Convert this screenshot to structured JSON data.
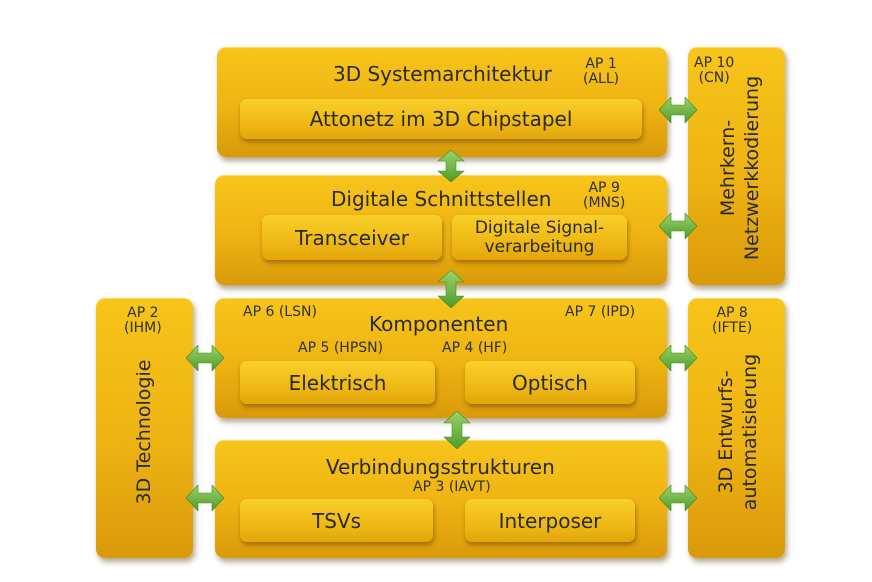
{
  "boxes": {
    "systemarchitektur": {
      "title": "3D Systemarchitektur",
      "ap": "AP 1",
      "ap_sub": "(ALL)",
      "inner": "Attonetz im 3D Chipstapel"
    },
    "schnittstellen": {
      "title": "Digitale Schnittstellen",
      "ap": "AP 9",
      "ap_sub": "(MNS)",
      "inner_left": "Transceiver",
      "inner_right_line1": "Digitale Signal-",
      "inner_right_line2": "verarbeitung"
    },
    "komponenten": {
      "title": "Komponenten",
      "ap_left": "AP 6 (LSN)",
      "ap_right": "AP 7 (IPD)",
      "ap_elektrisch": "AP 5 (HPSN)",
      "ap_optisch": "AP 4 (HF)",
      "inner_left": "Elektrisch",
      "inner_right": "Optisch"
    },
    "verbindung": {
      "title": "Verbindungsstrukturen",
      "ap": "AP 3 (IAVT)",
      "inner_left": "TSVs",
      "inner_right": "Interposer"
    },
    "mehrkern": {
      "ap": "AP 10",
      "ap_sub": "(CN)",
      "line1": "Mehrkern-",
      "line2": "Netzwerkkodierung"
    },
    "technologie": {
      "ap": "AP 2",
      "ap_sub": "(IHM)",
      "text": "3D Technologie"
    },
    "entwurf": {
      "ap": "AP 8",
      "ap_sub": "(IFTE)",
      "line1": "3D Entwurfs-",
      "line2": "automatisierung"
    }
  },
  "colors": {
    "box": "#eeb313",
    "arrow": "#6db33f",
    "text": "#2a2a2a"
  }
}
